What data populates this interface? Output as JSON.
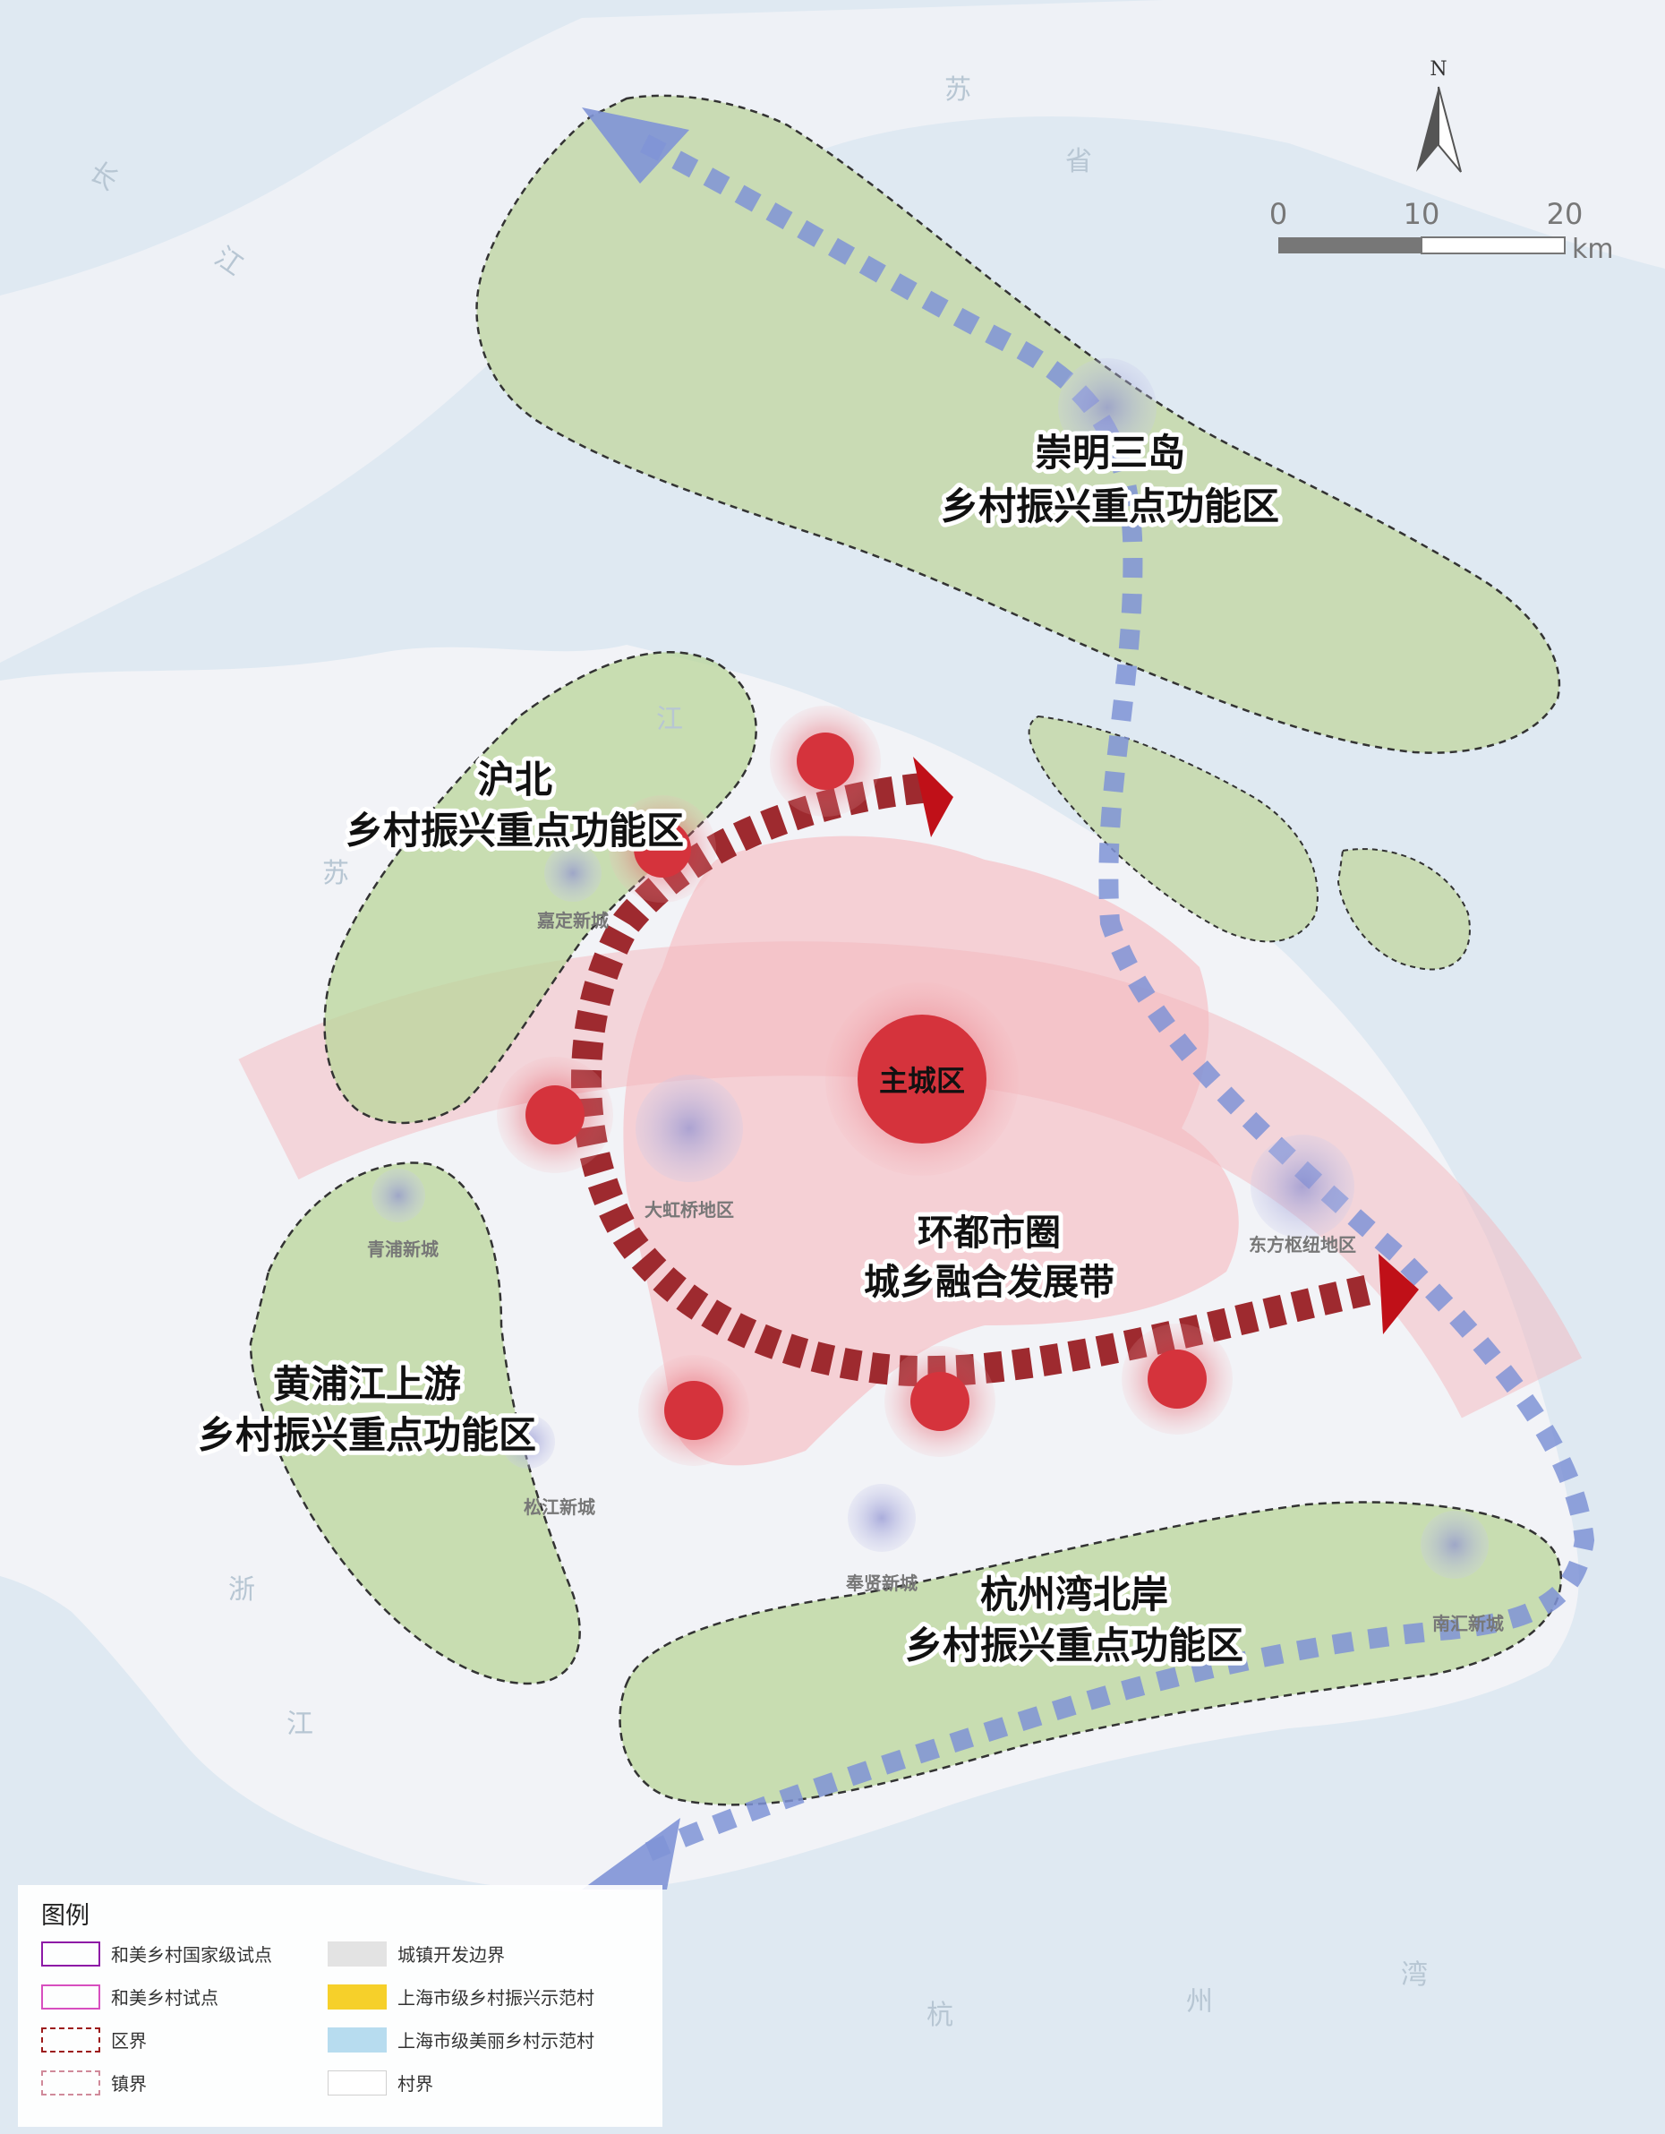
{
  "zones": {
    "chongming": {
      "line1": "崇明三岛",
      "line2": "乡村振兴重点功能区"
    },
    "hubei": {
      "line1": "沪北",
      "line2": "乡村振兴重点功能区"
    },
    "huangpu": {
      "line1": "黄浦江上游",
      "line2": "乡村振兴重点功能区"
    },
    "hangzhou_bay": {
      "line1": "杭州湾北岸",
      "line2": "乡村振兴重点功能区"
    },
    "metro_ring": {
      "line1": "环都市圈",
      "line2": "城乡融合发展带"
    }
  },
  "core": {
    "label": "主城区"
  },
  "nodes": {
    "jiading": "嘉定新城",
    "hongqiao": "大虹桥地区",
    "qingpu": "青浦新城",
    "songjiang": "松江新城",
    "fengxian": "奉贤新城",
    "dongfang": "东方枢纽地区",
    "nanhui": "南汇新城"
  },
  "river_labels": {
    "chang": "长",
    "jiang_upper": "江",
    "jiangsu_su": "苏",
    "jiangsu_sheng": "省",
    "jiang_left": "江",
    "su_left": "苏",
    "zhe": "浙",
    "jiang_south": "江",
    "hang": "杭",
    "zhou": "州",
    "wan": "湾"
  },
  "north_arrow": {
    "label": "N"
  },
  "scale_bar": {
    "tick0": "0",
    "tick1": "10",
    "tick2": "20",
    "unit": "km"
  },
  "legend": {
    "title": "图例",
    "items": [
      {
        "label": "和美乡村国家级试点"
      },
      {
        "label": "和美乡村试点"
      },
      {
        "label": "区界"
      },
      {
        "label": "镇界"
      },
      {
        "label": "城镇开发边界"
      },
      {
        "label": "上海市级乡村振兴示范村"
      },
      {
        "label": "上海市级美丽乡村示范村"
      },
      {
        "label": "村界"
      }
    ]
  },
  "colors": {
    "water": "#dfe9f2",
    "land": "#f2f3f7",
    "green_zone": "#b9d59a",
    "core_pink": "#f6c9cf",
    "red_node": "#d5333c",
    "blue_arrow": "#7f93d6",
    "dark_red_arrow": "#9e2a2f"
  }
}
